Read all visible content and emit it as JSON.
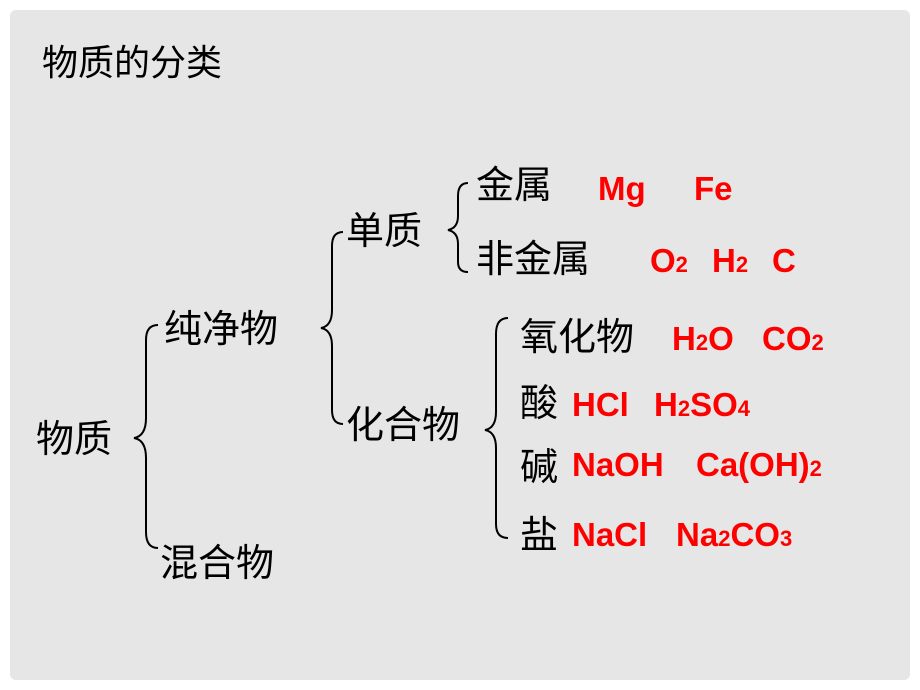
{
  "title": "物质的分类",
  "root": "物质",
  "pure": "纯净物",
  "mixture": "混合物",
  "element": "单质",
  "compound": "化合物",
  "metal": {
    "label": "金属",
    "ex1": "Mg",
    "ex2": "Fe"
  },
  "nonmetal": {
    "label": "非金属",
    "ex1": {
      "base": "O",
      "sub": "2"
    },
    "ex2": {
      "base": "H",
      "sub": "2"
    },
    "ex3": "C"
  },
  "oxide": {
    "label": "氧化物",
    "ex1": {
      "a": "H",
      "sub": "2",
      "b": "O"
    },
    "ex2": {
      "a": "CO",
      "sub": "2"
    }
  },
  "acid": {
    "label": "酸",
    "ex1": "HCl",
    "ex2": {
      "a": "H",
      "sub1": "2",
      "b": "SO",
      "sub2": "4"
    }
  },
  "base": {
    "label": "碱",
    "ex1": "NaOH",
    "ex2": {
      "a": "Ca(OH)",
      "sub": "2"
    }
  },
  "salt": {
    "label": "盐",
    "ex1": "NaCl",
    "ex2": {
      "a": "Na",
      "sub1": "2",
      "b": "CO",
      "sub2": "3"
    }
  },
  "colors": {
    "background": "#e6e6e6",
    "text": "#000000",
    "formula": "#ff0000"
  }
}
